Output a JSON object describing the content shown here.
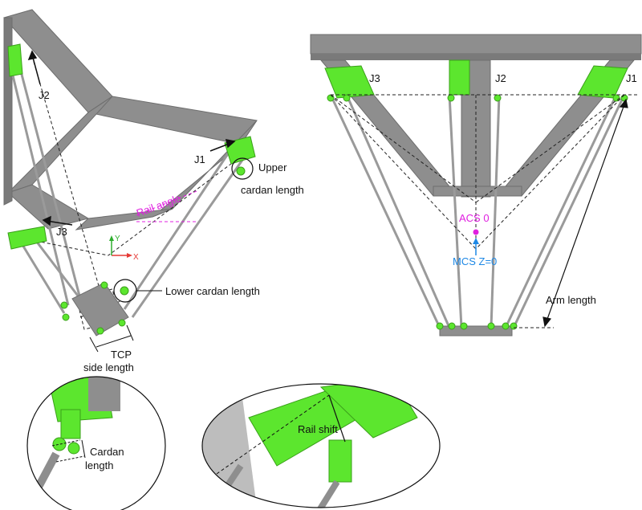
{
  "left_view": {
    "joints": {
      "j1": "J1",
      "j2": "J2",
      "j3": "J3"
    },
    "rail_angle": "Rail angle",
    "upper_cardan": {
      "line1": "Upper",
      "line2": "cardan length"
    },
    "lower_cardan": "Lower cardan length",
    "tcp": {
      "line1": "TCP",
      "line2": "side length"
    },
    "axes": {
      "x": "X",
      "y": "Y"
    }
  },
  "right_view": {
    "joints": {
      "j1": "J1",
      "j2": "J2",
      "j3": "J3"
    },
    "acs": "ACS 0",
    "mcs": "MCS Z=0",
    "arm_length": "Arm length"
  },
  "detail_left": {
    "line1": "Cardan",
    "line2": "length"
  },
  "detail_right": {
    "rail_shift": "Rail shift"
  },
  "colors": {
    "frame": "#8e8e8e",
    "joint": "#5ce62e",
    "magenta": "#e020e0",
    "blue": "#1e88e5"
  }
}
